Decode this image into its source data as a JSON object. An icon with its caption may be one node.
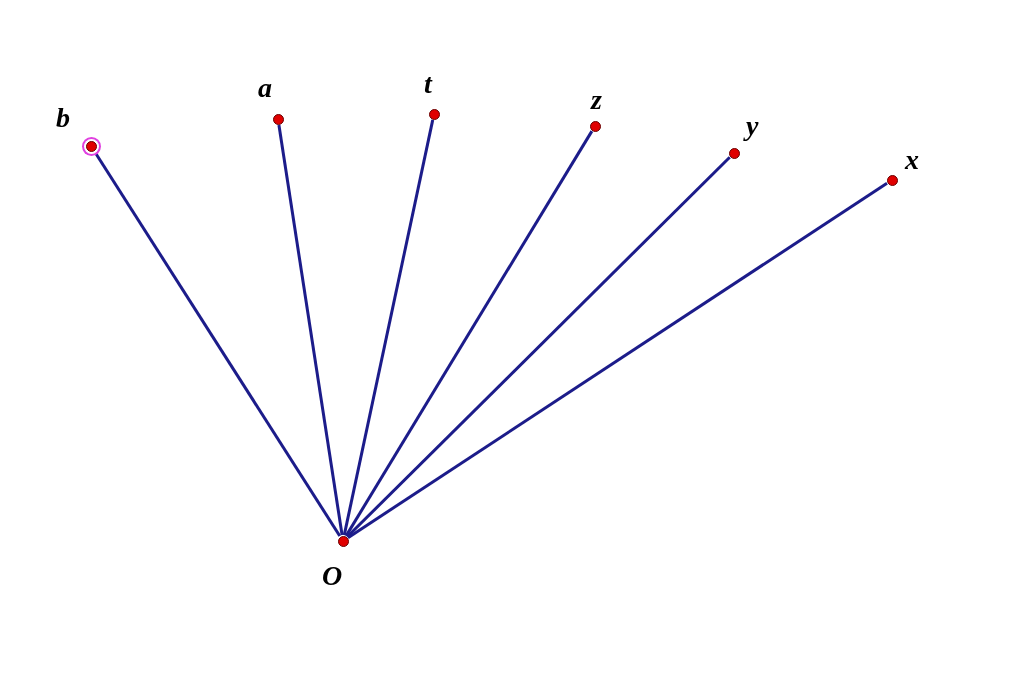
{
  "diagram": {
    "nodes": [
      {
        "text": [],
        "shape": "circle",
        "beside": [
          "b"
        ]
      },
      {
        "text": [],
        "shape": "circle",
        "beside": [
          "a"
        ]
      },
      {
        "text": [],
        "shape": "circle",
        "beside": [
          "t"
        ]
      },
      {
        "text": [],
        "shape": "circle",
        "beside": [
          "z"
        ]
      },
      {
        "text": [],
        "shape": "circle",
        "beside": [
          "y"
        ]
      },
      {
        "text": [],
        "shape": "circle",
        "beside": [
          "x"
        ]
      },
      {
        "text": [],
        "shape": "circle",
        "beside": [
          "O"
        ]
      }
    ],
    "edges": [
      {
        "from": 6,
        "to": 0,
        "arrow": "none"
      },
      {
        "from": 6,
        "to": 1,
        "arrow": "none"
      },
      {
        "from": 6,
        "to": 2,
        "arrow": "none"
      },
      {
        "from": 6,
        "to": 3,
        "arrow": "none"
      },
      {
        "from": 6,
        "to": 4,
        "arrow": "none"
      },
      {
        "from": 6,
        "to": 5,
        "arrow": "none"
      }
    ]
  }
}
